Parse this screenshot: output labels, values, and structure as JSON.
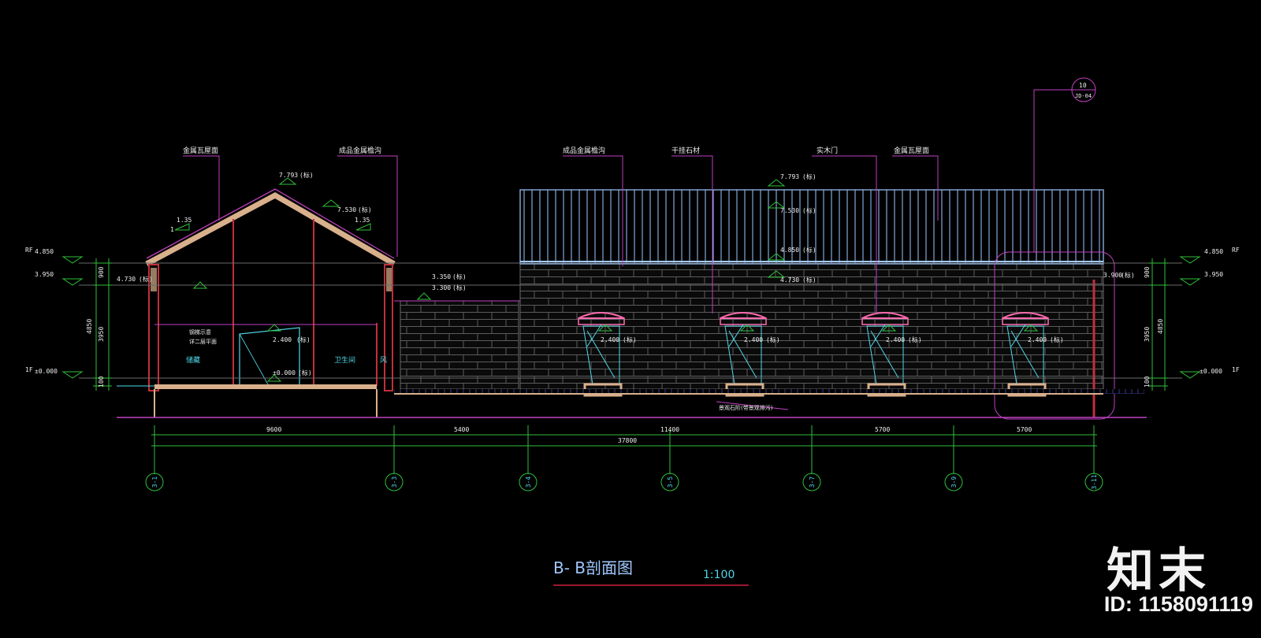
{
  "drawing": {
    "title": "B- B剖面图",
    "scale": "1:100",
    "colors": {
      "background": "#000000",
      "grid": "#2fbf3a",
      "leader": "#c040c0",
      "text": "#f0f0f0",
      "roof": "#d9b08c",
      "wall": "#c0303a",
      "fence": "#a0c8ff",
      "brick": "#6a6a6a",
      "cyan": "#4fd8e8",
      "title_underline": "#d02040"
    },
    "callouts": {
      "metal_roof_1": "金属瓦屋面",
      "metal_gutter_1": "成品金属檐沟",
      "metal_gutter_2": "成品金属檐沟",
      "dry_stone": "干挂石材",
      "solid_door": "实木门",
      "metal_roof_2": "金属瓦屋面",
      "detail_ref_top": "10",
      "detail_ref_bottom": "JD-04"
    },
    "slopes": {
      "left": "1.35",
      "left_base": "1",
      "right": "1.35"
    },
    "elevations": {
      "rf_tag": "RF",
      "rf_value": "4.850",
      "level_3950": "3.950",
      "f1_tag": "1F",
      "f1_value": "±0.000",
      "ridge_a": "7.793",
      "ridge_a_note": "(标)",
      "eave_a": "7.530",
      "eave_a_note": "(标)",
      "beam_left": "4.730",
      "beam_left_note": "(标)",
      "low_wall_a": "3.350",
      "low_wall_a_note": "(标)",
      "low_wall_b": "3.300",
      "low_wall_b_note": "(标)",
      "inner_240": "2.400",
      "inner_240_note": "(标)",
      "inner_zero": "±0.000",
      "inner_zero_note": "(标)",
      "ridge_b": "7.793",
      "ridge_b_note": "(标)",
      "eave_b": "7.530",
      "eave_b_note": "(标)",
      "mid_b": "4.850",
      "mid_b_note": "(标)",
      "beam_b": "4.730",
      "beam_b_note": "(标)",
      "right_top": "3.900",
      "right_top_note": "(标)",
      "win1": "2.400",
      "win2": "2.400",
      "win3": "2.400",
      "win4": "2.400",
      "win_note": "(标)"
    },
    "side_dims": {
      "left_top": "900",
      "left_mid": "3950",
      "left_total": "4850",
      "left_bottom": "100",
      "right_top": "900",
      "right_mid": "3950",
      "right_total": "4850",
      "right_bottom": "100"
    },
    "room_labels": {
      "storage": "储藏",
      "restroom": "卫生间",
      "note_a": "钢梯示意",
      "note_b": "详二层平面",
      "wind": "风"
    },
    "bottom_note": "景观石阶(带景观排污)",
    "dimensions": {
      "seg1": "9600",
      "seg2": "5400",
      "seg3": "11400",
      "seg4": "5700",
      "seg5": "5700",
      "total": "37800"
    },
    "axes": [
      "3-1",
      "3-3",
      "3-4",
      "3-5",
      "3-7",
      "3-9",
      "3-11"
    ]
  },
  "watermark": {
    "brand": "知末",
    "image_id": "ID: 1158091119"
  }
}
